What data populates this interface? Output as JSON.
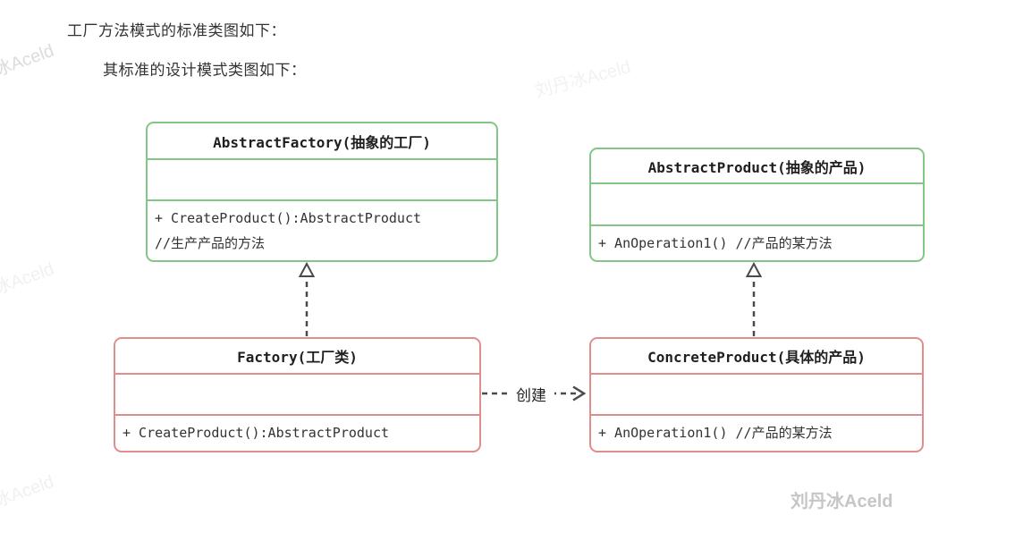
{
  "page": {
    "heading1": "工厂方法模式的标准类图如下：",
    "heading2": "其标准的设计模式类图如下："
  },
  "classes": [
    {
      "id": "abstract-factory",
      "title": "AbstractFactory(抽象的工厂)",
      "methods": [
        "+ CreateProduct():AbstractProduct",
        "//生产产品的方法"
      ],
      "border_color": "#82c784"
    },
    {
      "id": "abstract-product",
      "title": "AbstractProduct(抽象的产品)",
      "methods": [
        "+ AnOperation1() //产品的某方法"
      ],
      "border_color": "#82c784"
    },
    {
      "id": "factory",
      "title": "Factory(工厂类)",
      "methods": [
        "+ CreateProduct():AbstractProduct"
      ],
      "border_color": "#e28d8d"
    },
    {
      "id": "concrete-product",
      "title": "ConcreteProduct(具体的产品)",
      "methods": [
        "+ AnOperation1() //产品的某方法"
      ],
      "border_color": "#e28d8d"
    }
  ],
  "relations": [
    {
      "from": "factory",
      "to": "abstract-factory",
      "type": "dashed-realization-hollow-triangle",
      "label": ""
    },
    {
      "from": "concrete-product",
      "to": "abstract-product",
      "type": "dashed-realization-hollow-triangle",
      "label": ""
    },
    {
      "from": "factory",
      "to": "concrete-product",
      "type": "dashed-dependency-open-arrow",
      "label": "创建"
    }
  ],
  "watermark": {
    "text": "刘丹冰Aceld",
    "signature": "刘丹冰Aceld"
  },
  "colors": {
    "green_border": "#82c784",
    "red_border": "#e28d8d",
    "line": "#4a4a4a",
    "heading_text": "#333333",
    "watermark_faint": "#f0f0f0",
    "watermark_signature": "#c6c6c6"
  }
}
